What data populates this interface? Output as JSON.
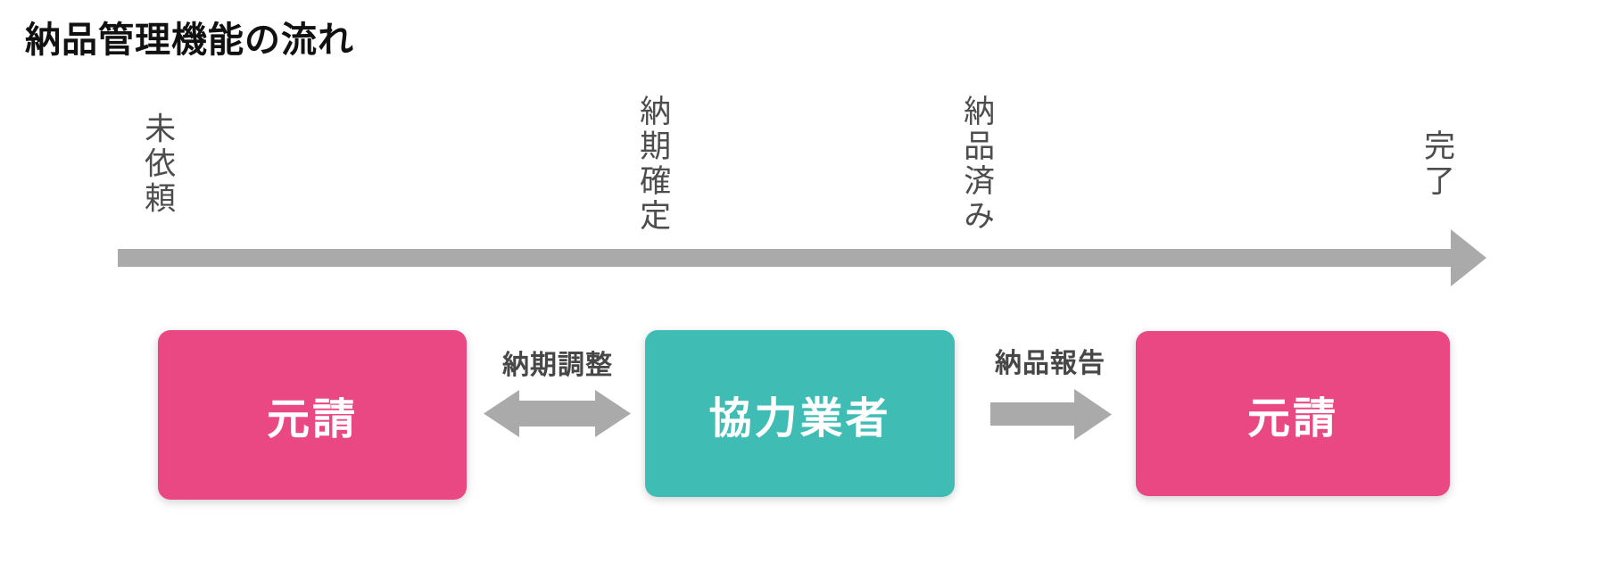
{
  "title": "納品管理機能の流れ",
  "timeline": {
    "stages": [
      {
        "label": "未依頼"
      },
      {
        "label": "納期確定"
      },
      {
        "label": "納品済み"
      },
      {
        "label": "完了"
      }
    ]
  },
  "flow": {
    "nodes": [
      {
        "label": "元請",
        "color": "#e94883"
      },
      {
        "label": "協力業者",
        "color": "#3fbcb4"
      },
      {
        "label": "元請",
        "color": "#e94883"
      }
    ],
    "connectors": [
      {
        "label": "納期調整",
        "direction": "bidirectional"
      },
      {
        "label": "納品報告",
        "direction": "right"
      }
    ]
  },
  "colors": {
    "node_pink": "#e94883",
    "node_teal": "#3fbcb4",
    "arrow_gray": "#aaaaaa",
    "stage_label_gray": "#4d4d4d",
    "connector_label_gray": "#474747",
    "title_black": "#111111",
    "background": "#ffffff"
  }
}
